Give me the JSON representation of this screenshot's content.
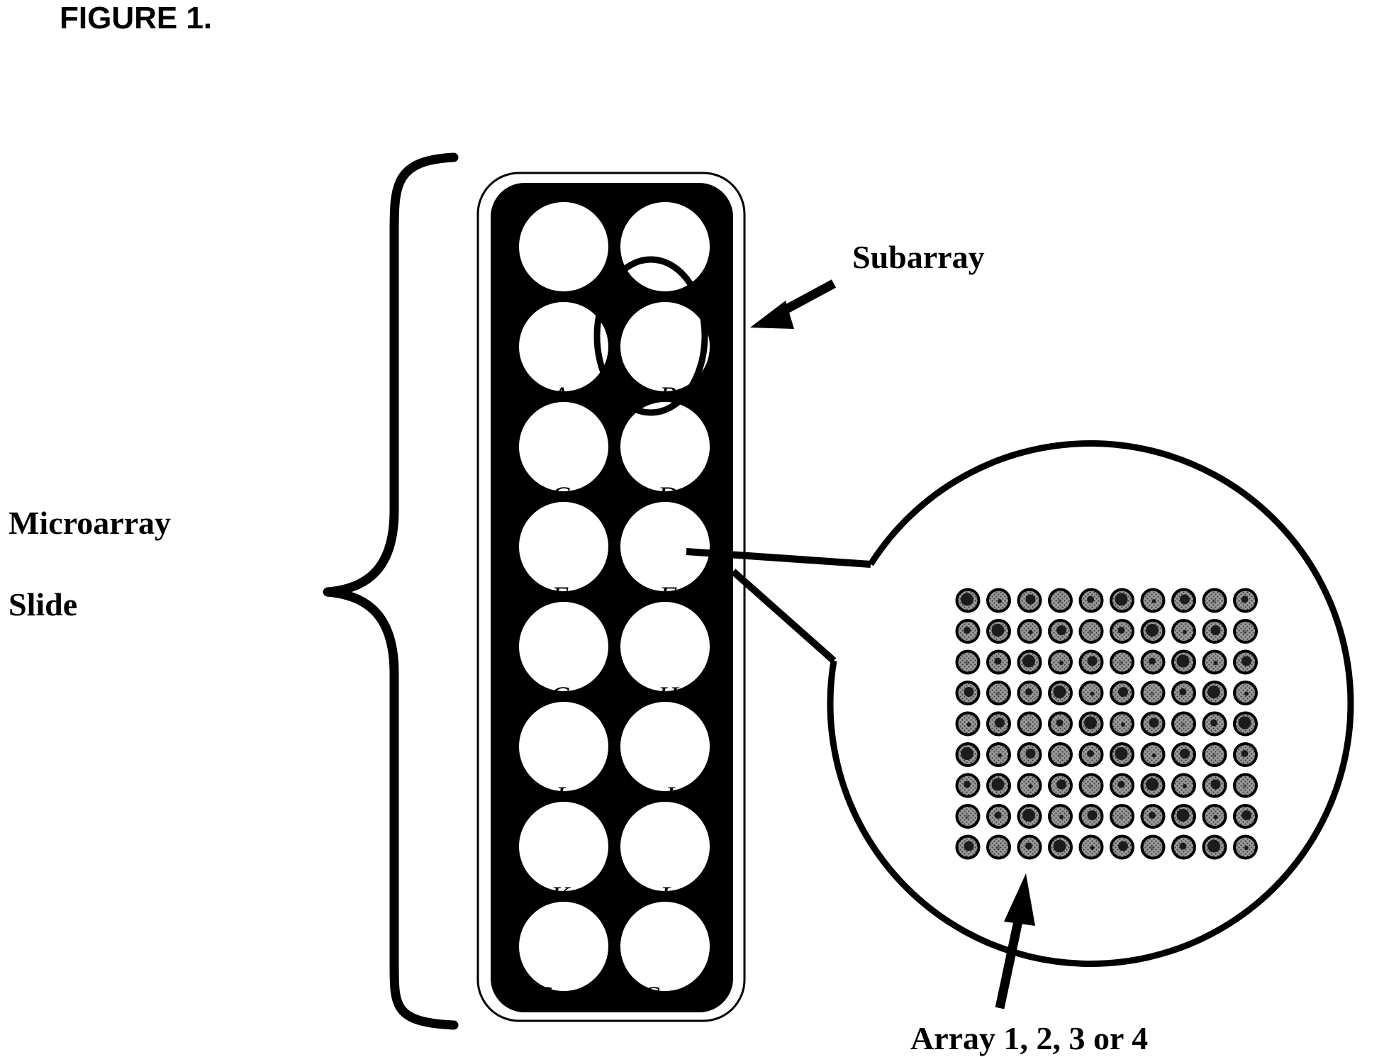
{
  "figure_title": "FIGURE 1.",
  "labels": {
    "microarray_line1": "Microarray",
    "microarray_line2": "Slide",
    "subarray": "Subarray",
    "array": "Array 1, 2, 3 or 4"
  },
  "wells": [
    {
      "label": ""
    },
    {
      "label": ""
    },
    {
      "label": "A"
    },
    {
      "label": "B"
    },
    {
      "label": "C"
    },
    {
      "label": "D"
    },
    {
      "label": "E"
    },
    {
      "label": "F"
    },
    {
      "label": "G"
    },
    {
      "label": "H"
    },
    {
      "label": "I"
    },
    {
      "label": "J"
    },
    {
      "label": "K"
    },
    {
      "label": "L"
    },
    {
      "label": "Cont"
    },
    {
      "label": "Cont"
    }
  ],
  "spot_grid": {
    "rows": 9,
    "columns": 10
  },
  "colors": {
    "ink": "#000000",
    "paper": "#ffffff",
    "spot_gray": "#8a8a8a"
  }
}
